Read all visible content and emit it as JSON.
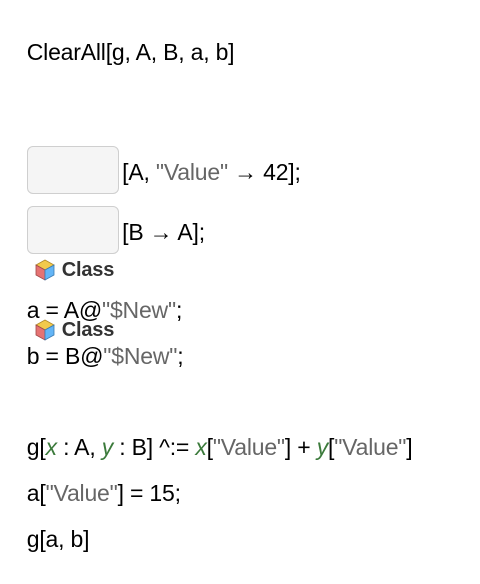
{
  "cells": {
    "line1": {
      "text": "ClearAll[g, A, B, a, b]"
    },
    "line2": {
      "chip_label": "Class",
      "open": "[A, ",
      "key": "\"Value\"",
      "rest": " → 42];"
    },
    "line3": {
      "chip_label": "Class",
      "rest": "[B → A];"
    },
    "line4": {
      "pre": "a = A@",
      "str": "\"$New\"",
      "post": ";"
    },
    "line5": {
      "pre": "b = B@",
      "str": "\"$New\"",
      "post": ";"
    },
    "line6": {
      "p1": "g[",
      "x": "x",
      "p2": " : A, ",
      "y": "y",
      "p3": " : B] ^:= ",
      "x2": "x",
      "p4": "[",
      "s1": "\"Value\"",
      "p5": "] + ",
      "y2": "y",
      "p6": "[",
      "s2": "\"Value\"",
      "p7": "]"
    },
    "line7": {
      "pre": "a[",
      "str": "\"Value\"",
      "post": "] = 15;"
    },
    "line8": {
      "text": "g[a, b]"
    }
  },
  "colors": {
    "string": "#666666",
    "pattern": "#3b7a3b",
    "chip_bg": "#f5f5f5",
    "chip_border": "#cfcfcf"
  },
  "icons": [
    "cube-icon"
  ]
}
